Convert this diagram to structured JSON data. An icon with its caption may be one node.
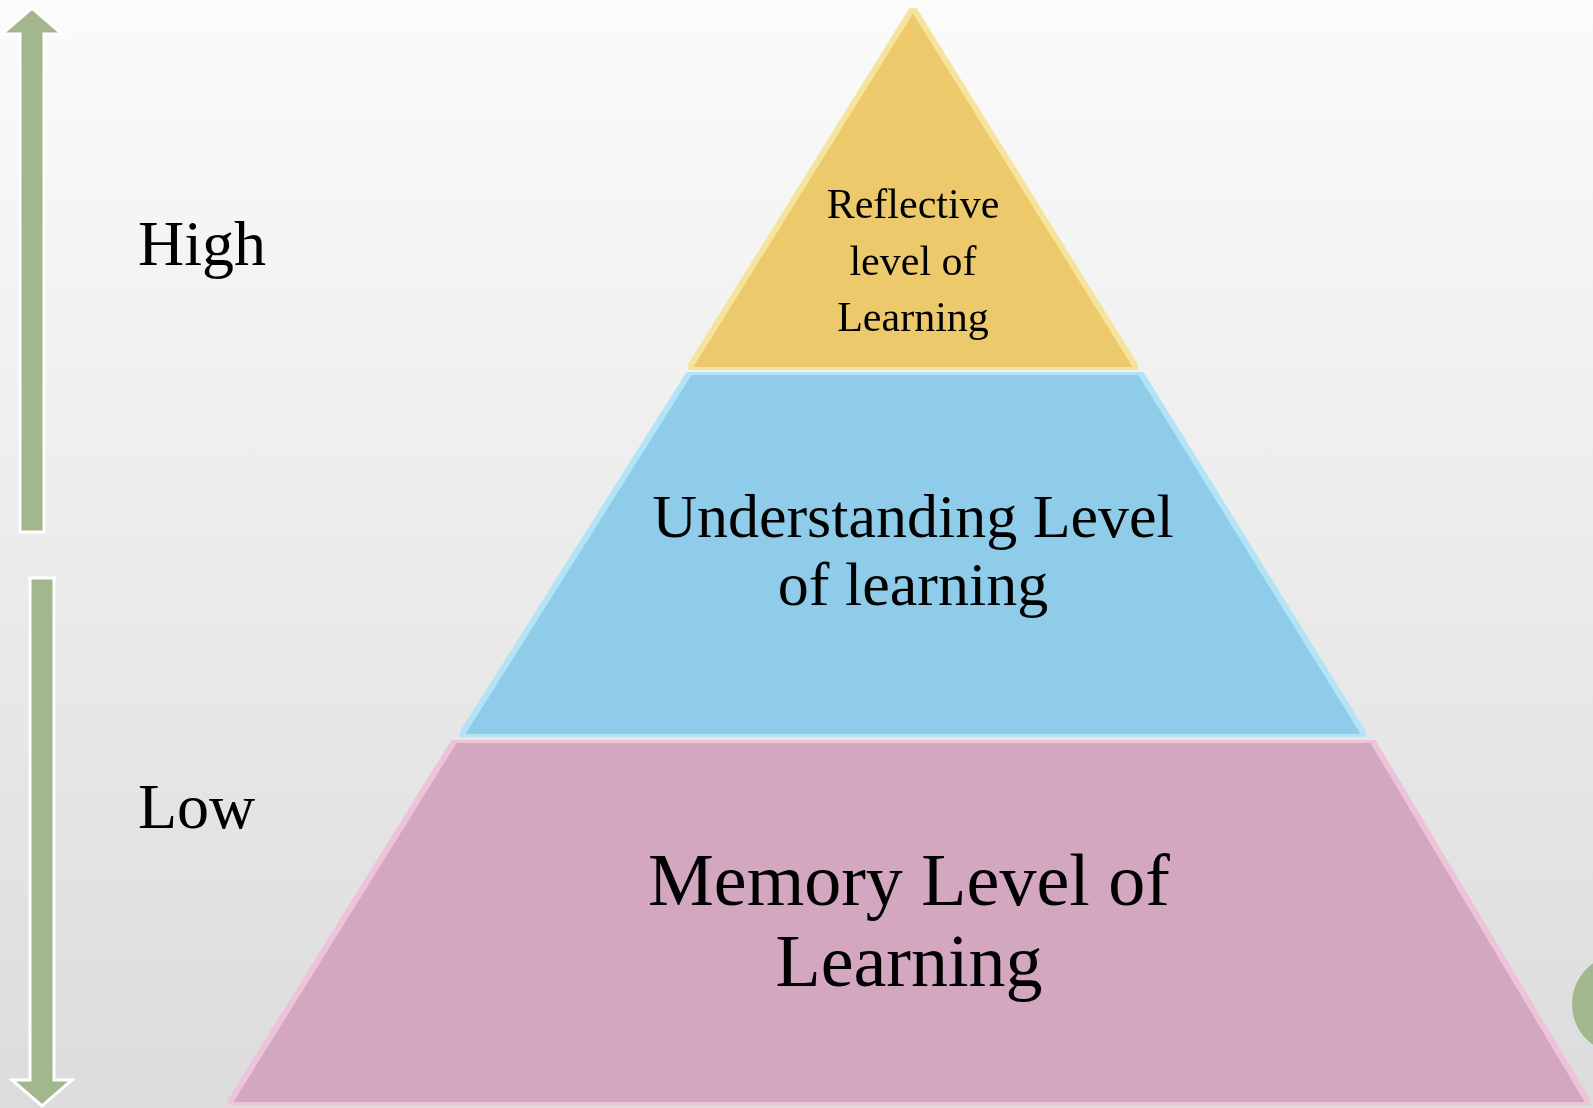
{
  "diagram": {
    "nodes": [
      {
        "text": [
          "Reflective level of Learning"
        ]
      },
      {
        "text": [
          "Understanding Level of learning"
        ]
      },
      {
        "text": [
          "Memory Level of Learning"
        ]
      }
    ],
    "labels": [
      "High",
      "Low"
    ]
  }
}
